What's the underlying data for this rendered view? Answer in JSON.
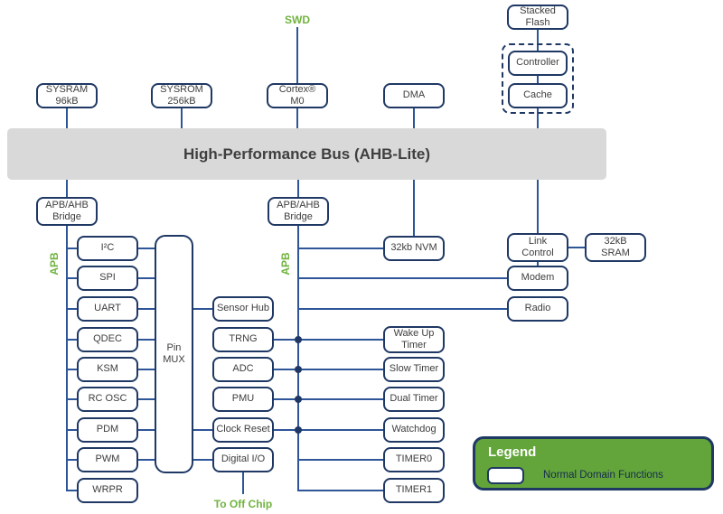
{
  "colors": {
    "navy": "#1F3864",
    "line": "#2E5597",
    "green": "#70B33F",
    "legend_green": "#63A53A",
    "bus_bg": "#D9D9D9",
    "bus_text": "#3F3F3F",
    "text": "#3D3D3D"
  },
  "bus": {
    "label": "High-Performance Bus (AHB-Lite)"
  },
  "labels": {
    "swd": "SWD",
    "apb_left": "APB",
    "apb_mid": "APB",
    "to_off_chip": "To Off Chip"
  },
  "nodes": {
    "sysram": "SYSRAM\n96kB",
    "sysrom": "SYSROM\n256kB",
    "cortex_m0": "Cortex®\nM0",
    "dma": "DMA",
    "stacked_flash": "Stacked\nFlash",
    "controller": "Controller",
    "cache": "Cache",
    "bridge_left": "APB/AHB\nBridge",
    "bridge_mid": "APB/AHB\nBridge",
    "i2c": "I²C",
    "spi": "SPI",
    "uart": "UART",
    "qdec": "QDEC",
    "ksm": "KSM",
    "rc_osc": "RC OSC",
    "pdm": "PDM",
    "pwm": "PWM",
    "wrpr": "WRPR",
    "pin_mux": "Pin\nMUX",
    "sensor_hub": "Sensor Hub",
    "trng": "TRNG",
    "adc": "ADC",
    "pmu": "PMU",
    "clock_reset": "Clock Reset",
    "digital_io": "Digital I/O",
    "nvm": "32kb NVM",
    "link_control": "Link\nControl",
    "sram": "32kB\nSRAM",
    "modem": "Modem",
    "radio": "Radio",
    "wake_up_timer": "Wake Up\nTimer",
    "slow_timer": "Slow Timer",
    "dual_timer": "Dual Timer",
    "watchdog": "Watchdog",
    "timer0": "TIMER0",
    "timer1": "TIMER1"
  },
  "legend": {
    "title": "Legend",
    "item": "Normal Domain Functions"
  }
}
